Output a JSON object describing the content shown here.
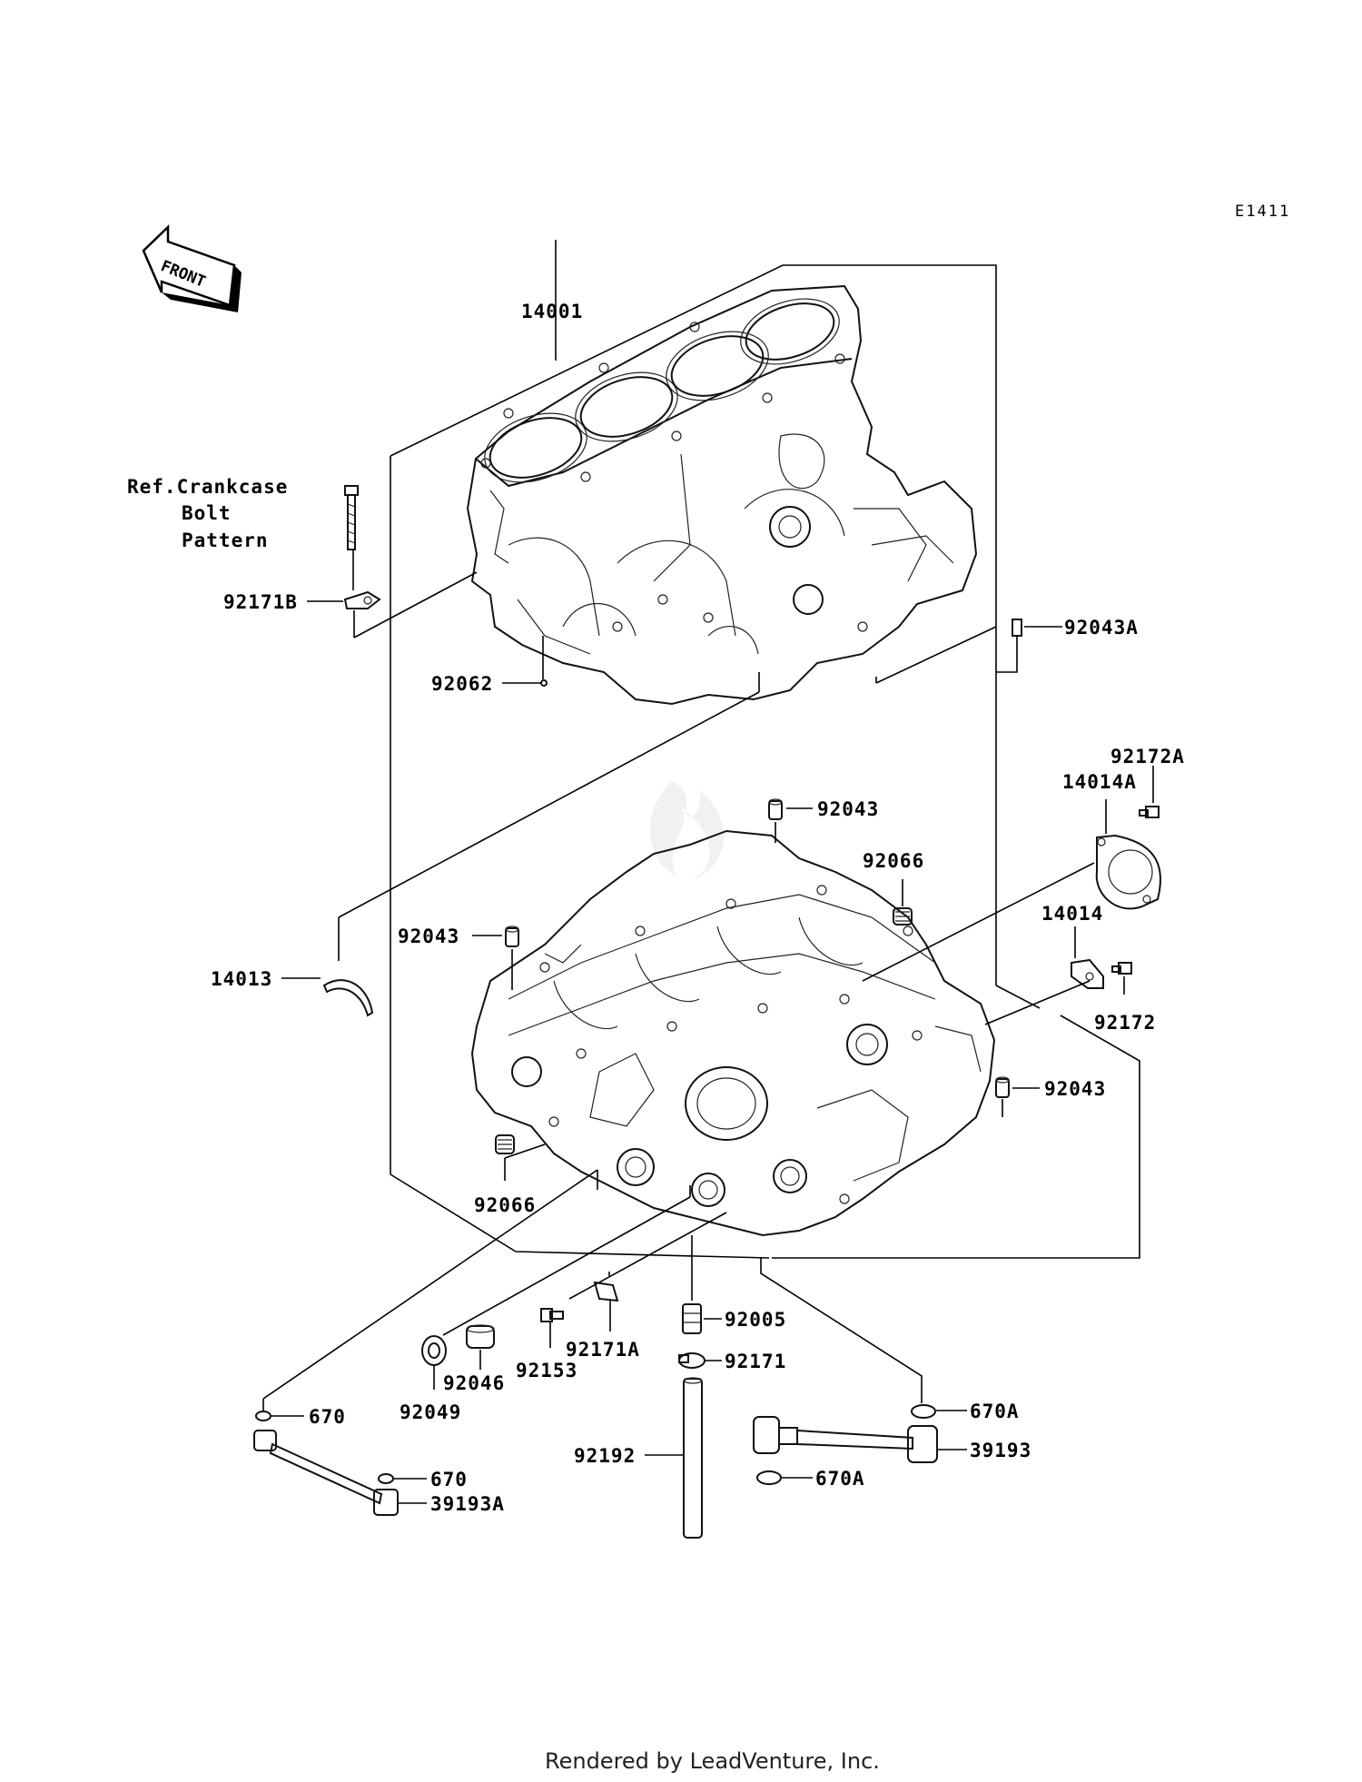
{
  "diagram_code": "E1411",
  "front_label": "FRONT",
  "ref_note": {
    "line1": "Ref.Crankcase",
    "line2": "Bolt",
    "line3": "Pattern"
  },
  "footer": "Rendered by LeadVenture, Inc.",
  "parts": {
    "p14001": "14001",
    "p92171B": "92171B",
    "p92062": "92062",
    "p92043A": "92043A",
    "p92172A": "92172A",
    "p14014A": "14014A",
    "p92043_top": "92043",
    "p92066_right": "92066",
    "p92043_left": "92043",
    "p14014": "14014",
    "p14013": "14013",
    "p92172": "92172",
    "p92043_right": "92043",
    "p92066_left": "92066",
    "p92005": "92005",
    "p92171A": "92171A",
    "p92171": "92171",
    "p92046": "92046",
    "p92153": "92153",
    "p92049": "92049",
    "p670A_top": "670A",
    "p670_top": "670",
    "p39193": "39193",
    "p92192": "92192",
    "p670A_bottom": "670A",
    "p670_bottom": "670",
    "p39193A": "39193A"
  }
}
